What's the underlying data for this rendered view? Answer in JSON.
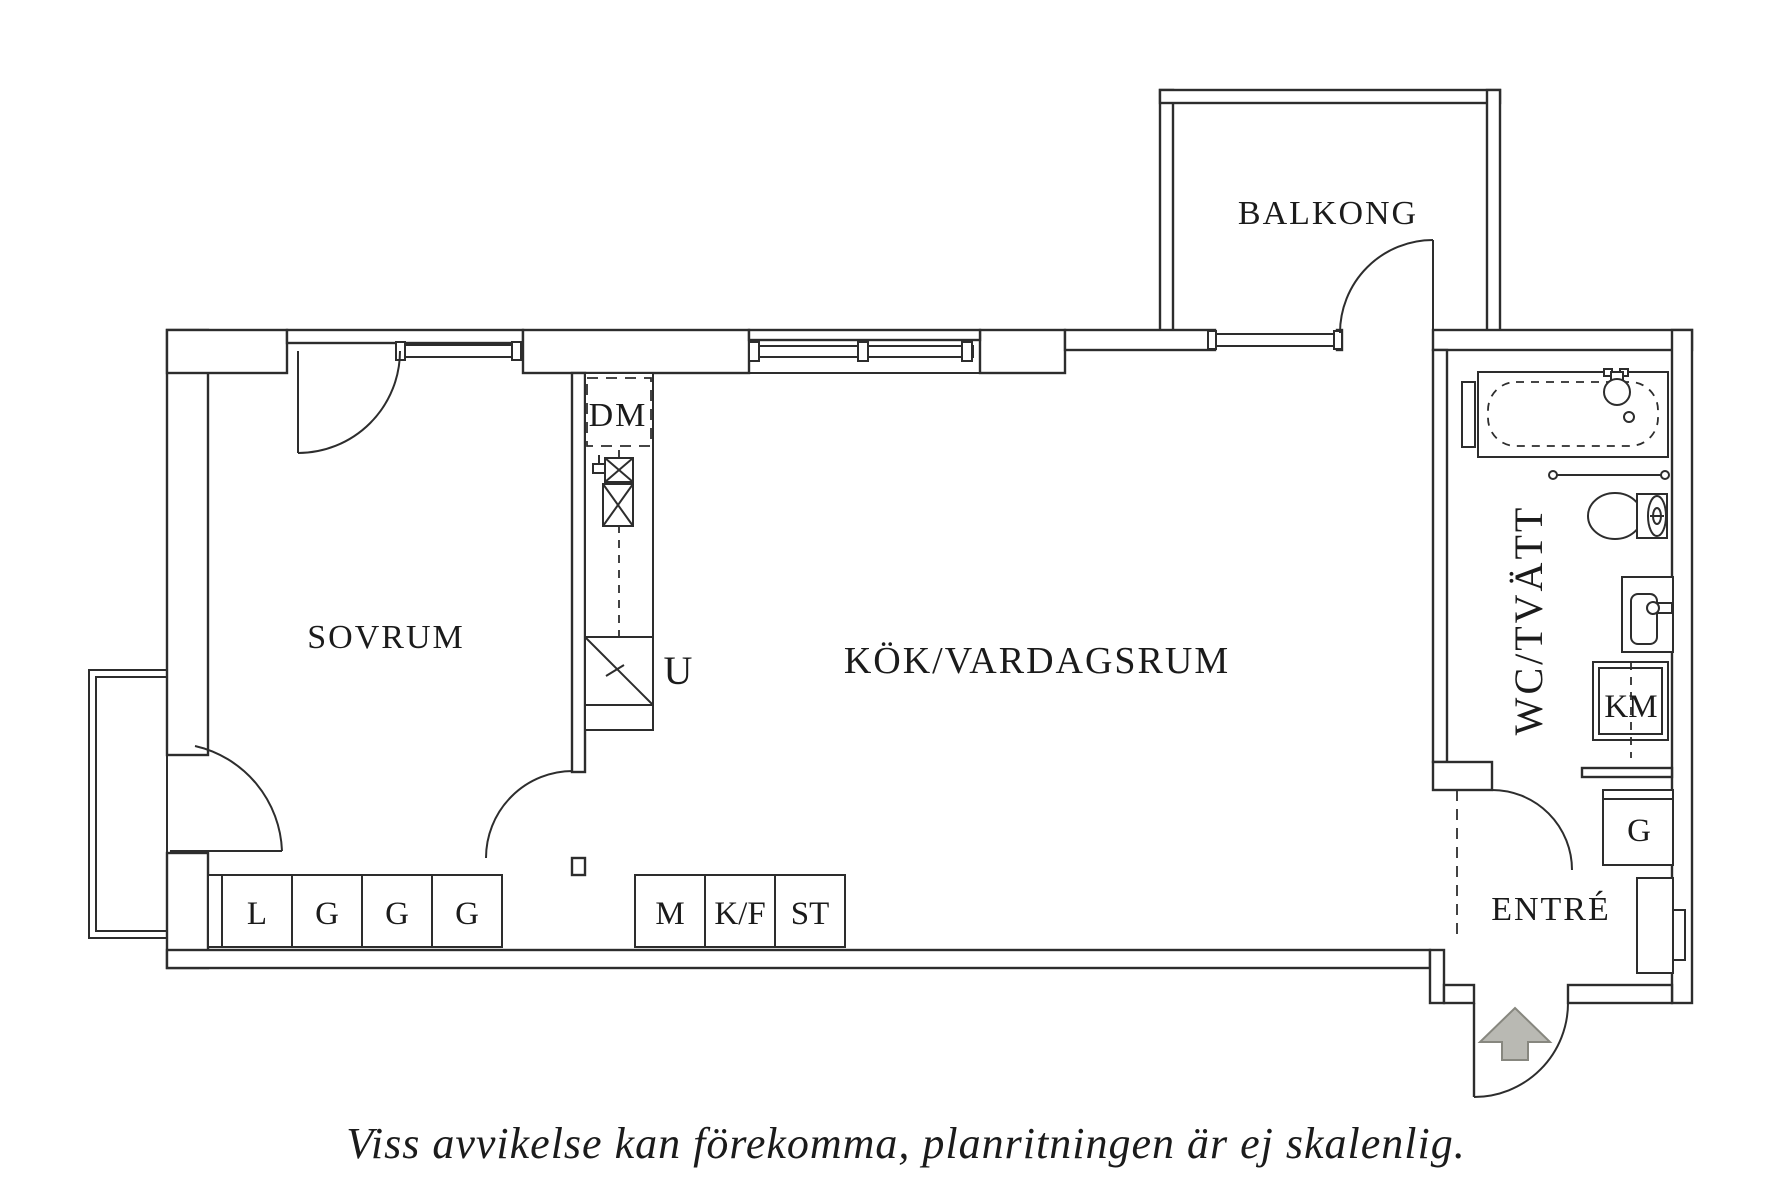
{
  "plan": {
    "rooms": {
      "balcony": "BALKONG",
      "bedroom": "SOVRUM",
      "kitchen_living": "KÖK/VARDAGSRUM",
      "wc_laundry": "WC/TVÄTT",
      "entrance": "ENTRÉ"
    },
    "appliances": {
      "dishwasher": "DM",
      "oven": "U",
      "washing_machine": "KM",
      "wardrobe": "G",
      "bedroom_closets": [
        "L",
        "G",
        "G",
        "G"
      ],
      "hall_closets": [
        "M",
        "K/F",
        "ST"
      ]
    },
    "disclaimer": "Viss avvikelse kan förekomma, planritningen är ej skalenlig.",
    "colors": {
      "line": "#2d2d2d",
      "arrow_fill": "#b9b9b3",
      "arrow_stroke": "#87877f",
      "background": "#ffffff"
    }
  }
}
